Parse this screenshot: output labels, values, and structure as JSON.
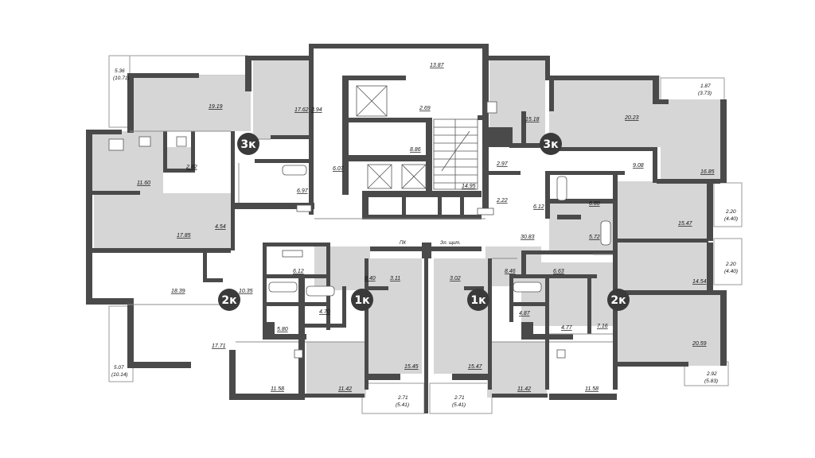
{
  "plan": {
    "apartment_labels": [
      {
        "id": "3k-left",
        "text": "3к"
      },
      {
        "id": "3k-right",
        "text": "3к"
      },
      {
        "id": "2k-left",
        "text": "2к"
      },
      {
        "id": "2k-right",
        "text": "2к"
      },
      {
        "id": "1k-left",
        "text": "1к"
      },
      {
        "id": "1k-right",
        "text": "1к"
      }
    ],
    "service_labels": {
      "pk": "ПК",
      "el_shch": "Эл. щит."
    },
    "areas": {
      "a536": "5.36",
      "a1071": "(10.71)",
      "a1919": "19.19",
      "a1762": "17.62",
      "a394": "3.94",
      "a1387": "13.87",
      "a269": "2.69",
      "a886": "8.86",
      "a1495": "14.95",
      "a1518": "15.18",
      "a2023": "20.23",
      "a187": "1.87",
      "a373": "(3.73)",
      "a282": "2.82",
      "a1160": "11.60",
      "a607": "6.07",
      "a697": "6.97",
      "a297": "2.97",
      "a222": "2.22",
      "a908": "9.08",
      "a1685": "16.85",
      "a680": "6.80",
      "a612r": "6.12",
      "a1785": "17.85",
      "a454": "4.54",
      "a3083": "30.83",
      "a572": "5.72",
      "a1547": "15.47",
      "a220a": "2.20",
      "a440a": "(4.40)",
      "a612l": "6.12",
      "a840": "8.40",
      "a311": "3.11",
      "a302": "3.02",
      "a846": "8.46",
      "a663": "6.63",
      "a220b": "2.20",
      "a440b": "(4.40)",
      "a1035": "10.35",
      "a1839": "18.39",
      "a1454": "14.54",
      "a580": "5.80",
      "a470": "4.70",
      "a487": "4.87",
      "a477": "4.77",
      "a716": "7.16",
      "a1771": "17.71",
      "a2059": "20.59",
      "a507": "5.07",
      "a1014": "(10.14)",
      "a1158l": "11.58",
      "a1142l": "11.42",
      "a1545": "15.45",
      "a1547b": "15.47",
      "a1142r": "11.42",
      "a1158r": "11.58",
      "a292": "2.92",
      "a583": "(5.83)",
      "a271l": "2.71",
      "a541l": "(5.41)",
      "a271r": "2.71",
      "a541r": "(5.41)"
    }
  }
}
